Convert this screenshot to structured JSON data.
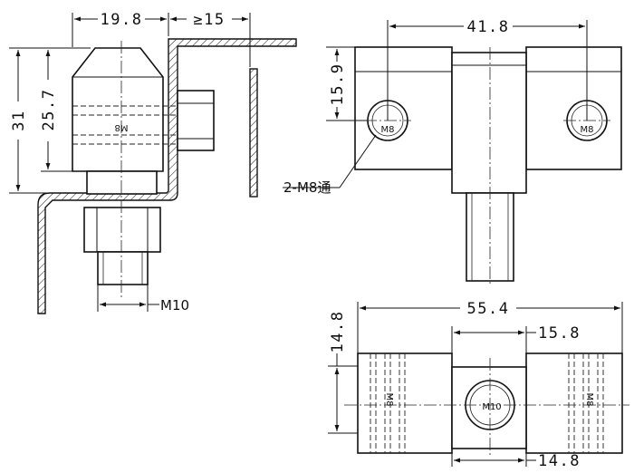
{
  "side_view": {
    "dim_width_top": "19.8",
    "dim_gap": "≥15",
    "dim_height_total": "31",
    "dim_height_block": "25.7",
    "dim_thread": "M10",
    "hole_label": "M8"
  },
  "front_view": {
    "dim_hole_spacing": "41.8",
    "dim_hole_height": "15.9",
    "callout_holes": "2-M8通",
    "hole_label_left": "M8",
    "hole_label_right": "M8"
  },
  "top_view": {
    "dim_overall_length": "55.4",
    "dim_center_width": "15.8",
    "dim_depth": "14.8",
    "dim_center_bottom": "14.8",
    "center_label": "M10",
    "side_label_left": "M8",
    "side_label_right": "M8"
  }
}
